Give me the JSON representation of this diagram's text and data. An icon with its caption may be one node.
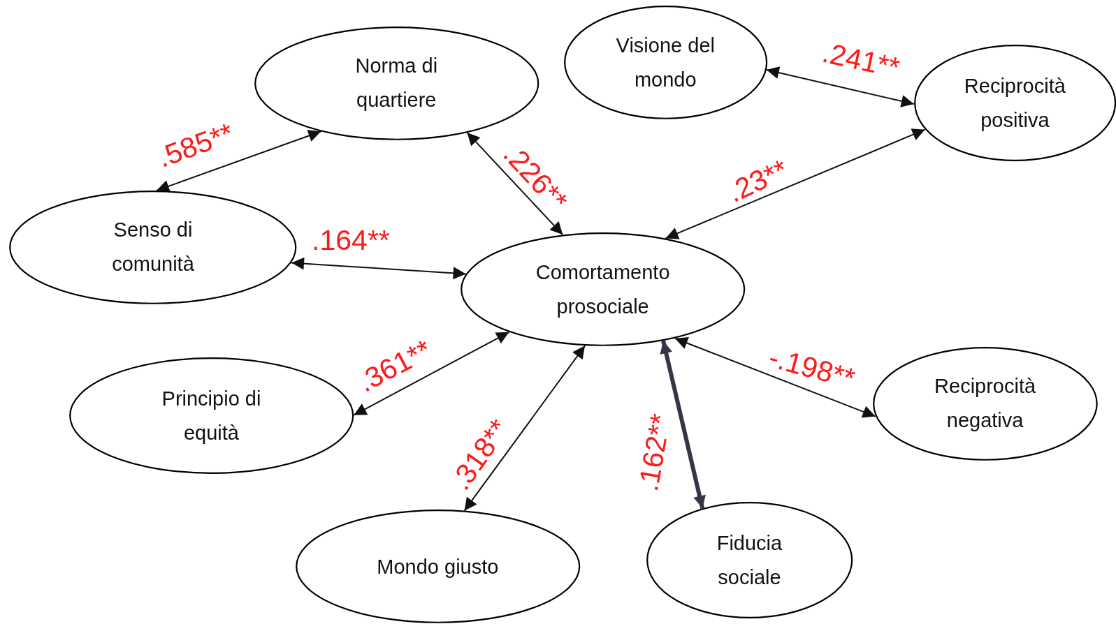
{
  "diagram": {
    "nodes": [
      {
        "text": [
          "Norma di quartiere"
        ]
      },
      {
        "text": [
          "Visione del mondo"
        ]
      },
      {
        "text": [
          "Reciprocità positiva"
        ]
      },
      {
        "text": [
          "Senso di comunità"
        ]
      },
      {
        "text": [
          "Comortamento prosociale"
        ]
      },
      {
        "text": [
          "Principio di equità"
        ]
      },
      {
        "text": [
          "Reciprocità negativa"
        ]
      },
      {
        "text": [
          "Mondo giusto"
        ]
      },
      {
        "text": [
          "Fiducia sociale"
        ]
      }
    ],
    "edges": [
      {
        "from": 3,
        "to": 0,
        "arrow": "both",
        "label": ".585**"
      },
      {
        "from": 0,
        "to": 4,
        "arrow": "both",
        "label": ".226**"
      },
      {
        "from": 2,
        "to": 1,
        "arrow": "both",
        "label": ".241**"
      },
      {
        "from": 4,
        "to": 2,
        "arrow": "both",
        "label": ".23**"
      },
      {
        "from": 3,
        "to": 4,
        "arrow": "both",
        "label": ".164**"
      },
      {
        "from": 5,
        "to": 4,
        "arrow": "both",
        "label": ".361**"
      },
      {
        "from": 7,
        "to": 4,
        "arrow": "both",
        "label": ".318**"
      },
      {
        "from": 4,
        "to": 8,
        "arrow": "both",
        "label": ".162**",
        "style": "thick",
        "color": "#353545"
      },
      {
        "from": 4,
        "to": 6,
        "arrow": "both",
        "label": "-.198**"
      }
    ]
  }
}
